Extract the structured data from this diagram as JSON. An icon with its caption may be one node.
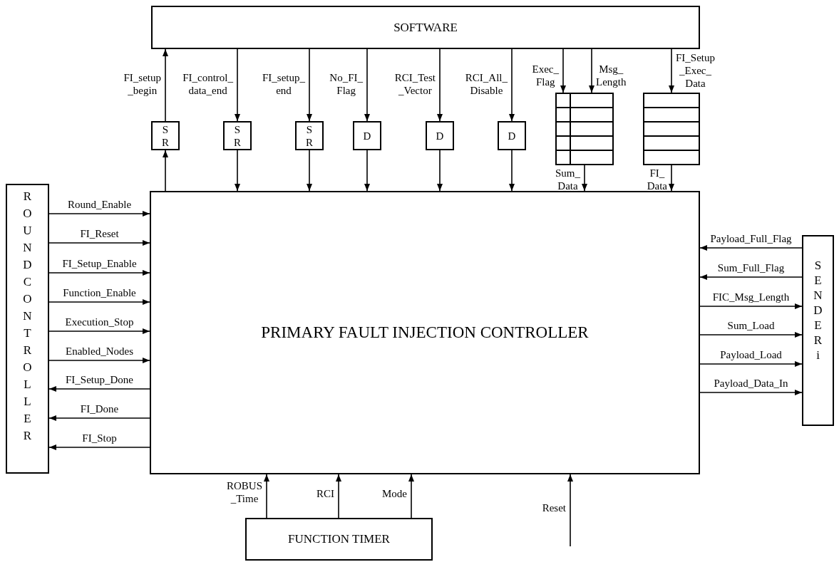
{
  "diagram": {
    "nodes": [
      {
        "text": [
          "SOFTWARE"
        ]
      },
      {
        "text": [
          "PRIMARY FAULT INJECTION CONTROLLER"
        ]
      },
      {
        "text": [
          "ROUND CONTROLLER"
        ]
      },
      {
        "text": [
          "SENDER i"
        ]
      },
      {
        "text": [
          "FUNCTION TIMER"
        ]
      },
      {
        "text": [
          "S R"
        ]
      },
      {
        "text": [
          "S R"
        ]
      },
      {
        "text": [
          "S R"
        ]
      },
      {
        "text": [
          "D"
        ]
      },
      {
        "text": [
          "D"
        ]
      },
      {
        "text": [
          "D"
        ]
      },
      {
        "text": [],
        "shape": "box"
      },
      {
        "text": [],
        "shape": "box"
      }
    ],
    "edges": [
      {
        "from": 5,
        "to": 0,
        "arrow": "to",
        "label": "FI_setup _begin"
      },
      {
        "from": 1,
        "to": 5,
        "arrow": "to"
      },
      {
        "from": 0,
        "to": 6,
        "arrow": "to",
        "label": "FI_control_ data_end"
      },
      {
        "from": 6,
        "to": 1,
        "arrow": "to"
      },
      {
        "from": 0,
        "to": 7,
        "arrow": "to",
        "label": "FI_setup_ end"
      },
      {
        "from": 7,
        "to": 1,
        "arrow": "to"
      },
      {
        "from": 0,
        "to": 8,
        "arrow": "to",
        "label": "No_FI_ Flag"
      },
      {
        "from": 8,
        "to": 1,
        "arrow": "to"
      },
      {
        "from": 0,
        "to": 9,
        "arrow": "to",
        "label": "RCI_Test _Vector"
      },
      {
        "from": 9,
        "to": 1,
        "arrow": "to"
      },
      {
        "from": 0,
        "to": 10,
        "arrow": "to",
        "label": "RCI_All_ Disable"
      },
      {
        "from": 10,
        "to": 1,
        "arrow": "to"
      },
      {
        "from": 0,
        "to": 11,
        "arrow": "to",
        "label": "Exec_ Flag"
      },
      {
        "from": 0,
        "to": 11,
        "arrow": "to",
        "label": "Msg_ Length"
      },
      {
        "from": 11,
        "to": 1,
        "arrow": "to",
        "label": "Sum_ Data"
      },
      {
        "from": 0,
        "to": 12,
        "arrow": "to",
        "label": "FI_Setup _Exec_ Data"
      },
      {
        "from": 12,
        "to": 1,
        "arrow": "to",
        "label": "FI_ Data"
      },
      {
        "from": 2,
        "to": 1,
        "arrow": "to",
        "label": "Round_Enable"
      },
      {
        "from": 2,
        "to": 1,
        "arrow": "to",
        "label": "FI_Reset"
      },
      {
        "from": 2,
        "to": 1,
        "arrow": "to",
        "label": "FI_Setup_Enable"
      },
      {
        "from": 2,
        "to": 1,
        "arrow": "to",
        "label": "Function_Enable"
      },
      {
        "from": 2,
        "to": 1,
        "arrow": "to",
        "label": "Execution_Stop"
      },
      {
        "from": 2,
        "to": 1,
        "arrow": "to",
        "label": "Enabled_Nodes"
      },
      {
        "from": 1,
        "to": 2,
        "arrow": "to",
        "label": "FI_Setup_Done"
      },
      {
        "from": 1,
        "to": 2,
        "arrow": "to",
        "label": "FI_Done"
      },
      {
        "from": 1,
        "to": 2,
        "arrow": "to",
        "label": "FI_Stop"
      },
      {
        "from": 3,
        "to": 1,
        "arrow": "to",
        "label": "Payload_Full_Flag"
      },
      {
        "from": 3,
        "to": 1,
        "arrow": "to",
        "label": "Sum_Full_Flag"
      },
      {
        "from": 1,
        "to": 3,
        "arrow": "to",
        "label": "FIC_Msg_Length"
      },
      {
        "from": 1,
        "to": 3,
        "arrow": "to",
        "label": "Sum_Load"
      },
      {
        "from": 1,
        "to": 3,
        "arrow": "to",
        "label": "Payload_Load"
      },
      {
        "from": 1,
        "to": 3,
        "arrow": "to",
        "label": "Payload_Data_In"
      },
      {
        "from": 4,
        "to": 1,
        "arrow": "to",
        "label": "ROBUS _Time"
      },
      {
        "from": 4,
        "to": 1,
        "arrow": "to",
        "label": "RCI"
      },
      {
        "from": 4,
        "to": 1,
        "arrow": "to",
        "label": "Mode"
      },
      {
        "from": null,
        "to": 1,
        "arrow": "to",
        "label": "Reset"
      }
    ]
  }
}
